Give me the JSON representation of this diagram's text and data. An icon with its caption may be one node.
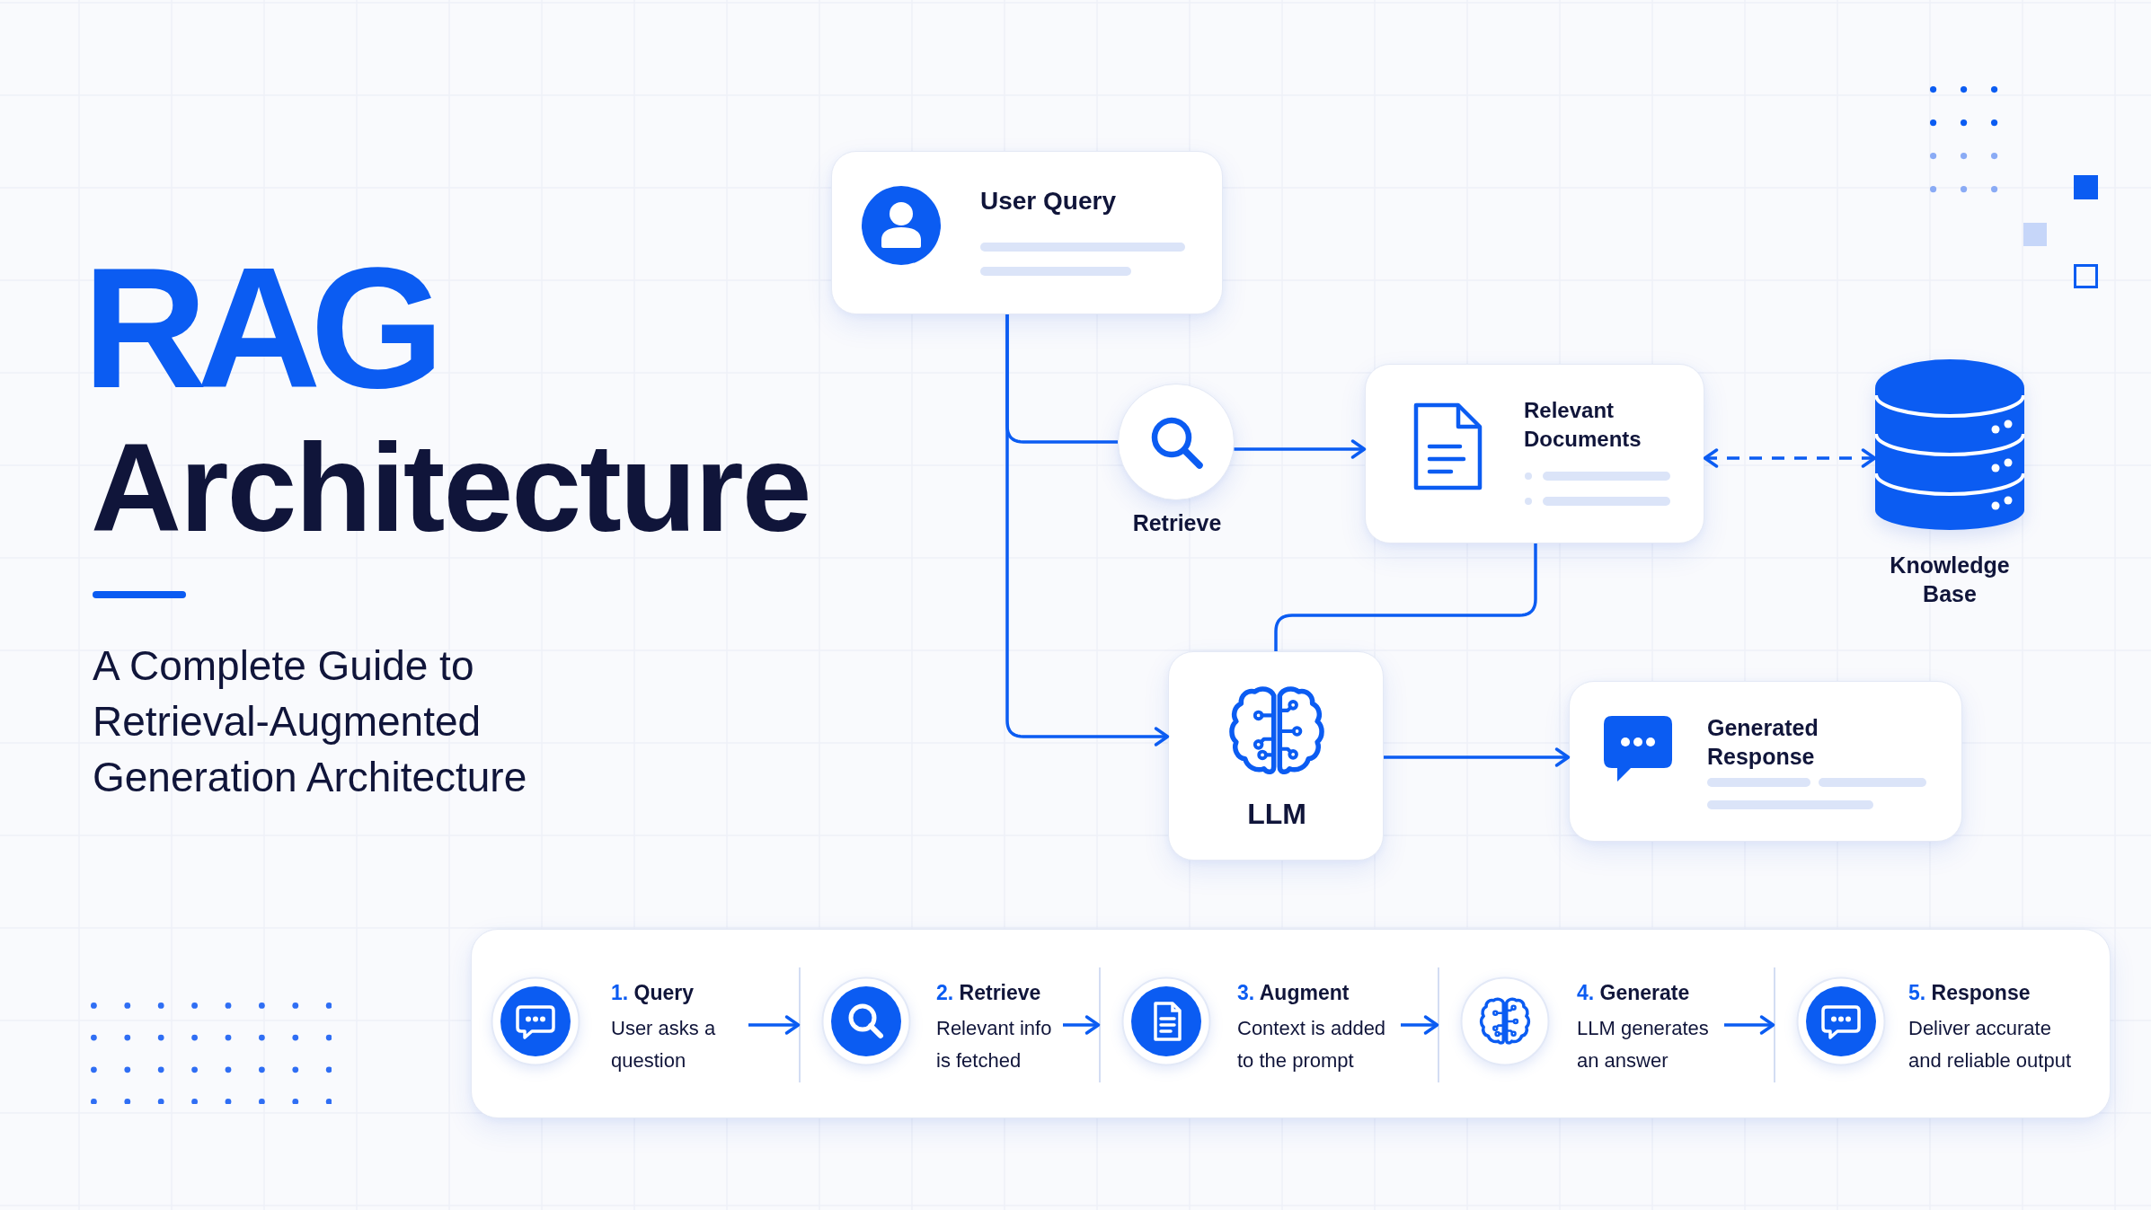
{
  "diagram": {
    "title": "RAG Architecture",
    "nodes": [
      {
        "text": [
          "User Query"
        ]
      },
      {
        "text": [
          "Retrieve"
        ]
      },
      {
        "text": [
          "Relevant Documents"
        ]
      },
      {
        "text": [
          "Knowledge Base"
        ]
      },
      {
        "text": [
          "LLM"
        ]
      },
      {
        "text": [
          "Generated Response"
        ]
      },
      {
        "text": [],
        "shape": "box"
      },
      {
        "text": [
          "1. Query",
          "User asks a question"
        ],
        "in": 6
      },
      {
        "text": [
          "2. Retrieve",
          "Relevant info is fetched"
        ],
        "in": 6
      },
      {
        "text": [
          "3. Augment",
          "Context is added to the prompt"
        ],
        "in": 6
      },
      {
        "text": [
          "4. Generate",
          "LLM generates an answer"
        ],
        "in": 6
      },
      {
        "text": [
          "5. Response",
          "Deliver accurate and reliable output"
        ],
        "in": 6
      }
    ],
    "edges": [
      {
        "from": 0,
        "to": 1,
        "arrow": "none"
      },
      {
        "from": 0,
        "to": 4,
        "arrow": "to"
      },
      {
        "from": 1,
        "to": 2,
        "arrow": "to"
      },
      {
        "from": 2,
        "to": 3,
        "arrow": "both",
        "style": "dashed"
      },
      {
        "from": 2,
        "to": 4,
        "arrow": "none"
      },
      {
        "from": 4,
        "to": 5,
        "arrow": "to"
      },
      {
        "from": 7,
        "to": 8,
        "arrow": "to"
      },
      {
        "from": 8,
        "to": 9,
        "arrow": "to"
      },
      {
        "from": 9,
        "to": 10,
        "arrow": "to"
      },
      {
        "from": 10,
        "to": 11,
        "arrow": "to"
      }
    ],
    "labels": [
      "A Complete Guide to Retrieval-Augmented Generation Architecture"
    ]
  }
}
